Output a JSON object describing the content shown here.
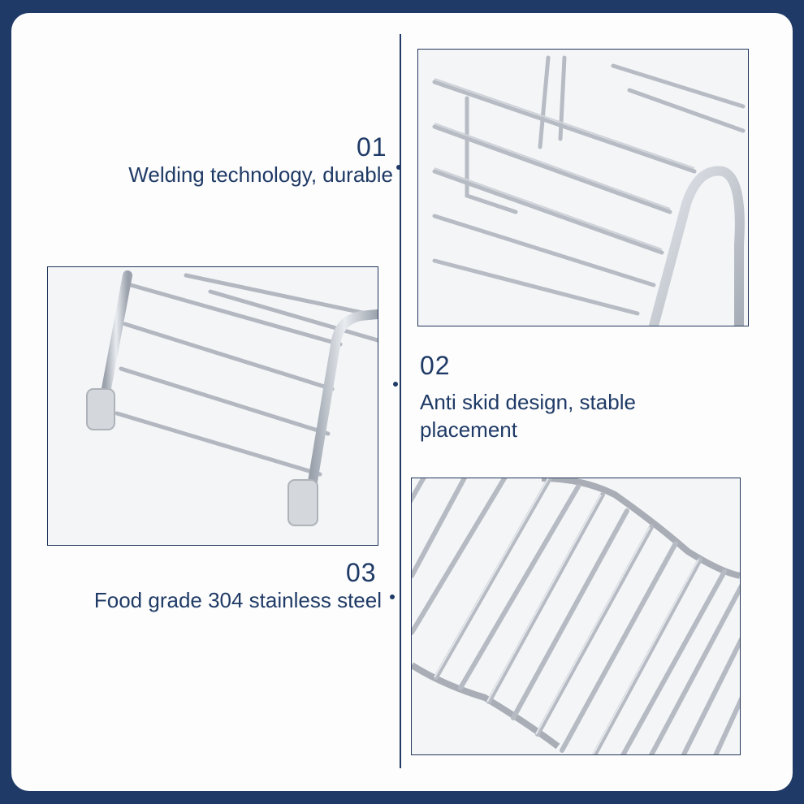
{
  "features": [
    {
      "number": "01",
      "text": "Welding technology, durable"
    },
    {
      "number": "02",
      "text": "Anti skid design, stable placement"
    },
    {
      "number": "03",
      "text": "Food grade 304 stainless steel"
    }
  ],
  "colors": {
    "border": "#1f3a66",
    "text": "#1f3a66",
    "background": "#fdfdfd"
  }
}
